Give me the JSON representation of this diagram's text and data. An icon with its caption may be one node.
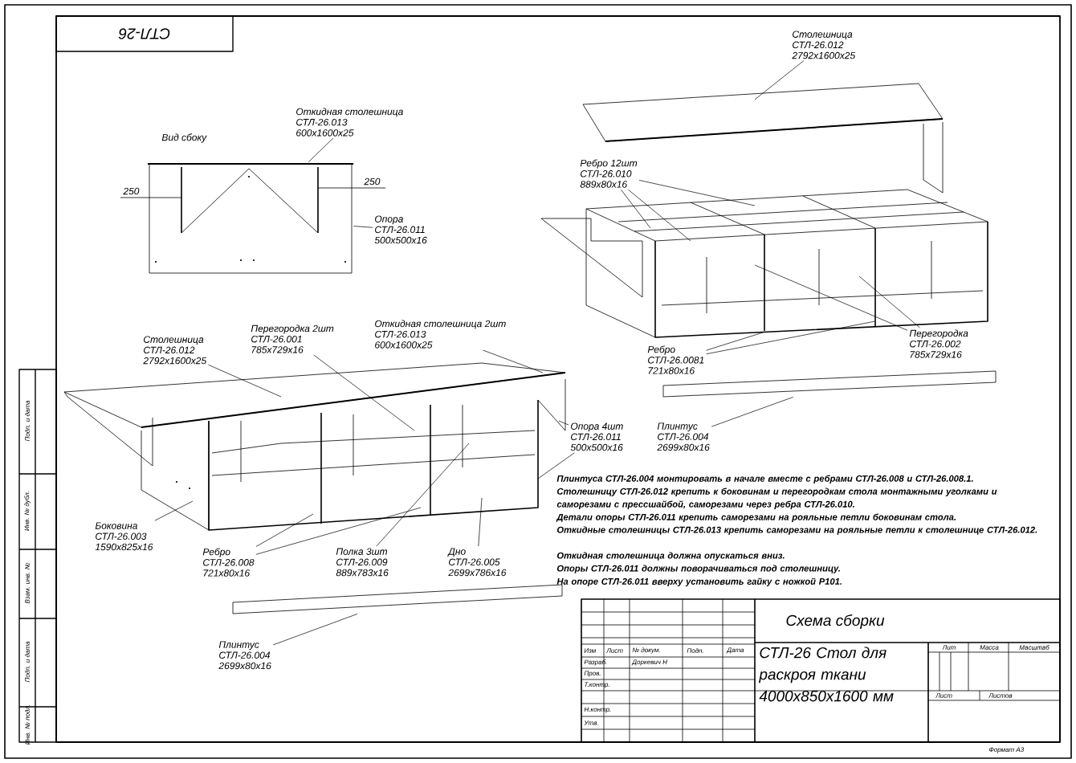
{
  "diagram": {
    "nodes": [
      {
        "text": [
          "Откидная столешница",
          "СТЛ-26.013",
          "600x1600x25"
        ]
      },
      {
        "text": [
          "Опора",
          "СТЛ-26.011",
          "500x500x16"
        ]
      },
      {
        "text": [
          "Столешница",
          "СТЛ-26.012",
          "2792x1600x25"
        ]
      },
      {
        "text": [
          "Ребро 12шт",
          "СТЛ-26.010",
          "889x80x16"
        ]
      },
      {
        "text": [
          "Ребро",
          "СТЛ-26.0081",
          "721x80x16"
        ]
      },
      {
        "text": [
          "Перегородка",
          "СТЛ-26.002",
          "785x729x16"
        ]
      },
      {
        "text": [
          "Столешница",
          "СТЛ-26.012",
          "2792x1600x25"
        ]
      },
      {
        "text": [
          "Перегородка 2шт",
          "СТЛ-26.001",
          "785x729x16"
        ]
      },
      {
        "text": [
          "Откидная столешница 2шт",
          "СТЛ-26.013",
          "600x1600x25"
        ]
      },
      {
        "text": [
          "Боковина",
          "СТЛ-26.003",
          "1590x825x16"
        ]
      },
      {
        "text": [
          "Ребро",
          "СТЛ-26.008",
          "721x80x16"
        ]
      },
      {
        "text": [
          "Полка 3шт",
          "СТЛ-26.009",
          "889x783x16"
        ]
      },
      {
        "text": [
          "Дно",
          "СТЛ-26.005",
          "2699x786x16"
        ]
      },
      {
        "text": [
          "Плинтус",
          "СТЛ-26.004",
          "2699x80x16"
        ]
      },
      {
        "text": [
          "Опора 4шт",
          "СТЛ-26.011",
          "500x500x16"
        ]
      },
      {
        "text": [
          "Плинтус",
          "СТЛ-26.004",
          "2699x80x16"
        ]
      },
      {
        "text": [],
        "shape": "picture"
      },
      {
        "text": [],
        "shape": "bar"
      },
      {
        "text": [],
        "shape": "bar"
      }
    ],
    "edges": [
      {
        "from": 0,
        "to": 16,
        "arrow": "none"
      },
      {
        "from": 1,
        "to": 16,
        "arrow": "none"
      },
      {
        "from": 2,
        "to": null,
        "arrow": "none"
      },
      {
        "from": 3,
        "to": null,
        "arrow": "none"
      },
      {
        "from": 3,
        "to": null,
        "arrow": "none"
      },
      {
        "from": 3,
        "to": null,
        "arrow": "none"
      },
      {
        "from": 4,
        "to": null,
        "arrow": "none"
      },
      {
        "from": 4,
        "to": null,
        "arrow": "none"
      },
      {
        "from": 5,
        "to": null,
        "arrow": "none"
      },
      {
        "from": 5,
        "to": null,
        "arrow": "none"
      },
      {
        "from": 6,
        "to": null,
        "arrow": "none"
      },
      {
        "from": 7,
        "to": null,
        "arrow": "none"
      },
      {
        "from": 8,
        "to": null,
        "arrow": "none"
      },
      {
        "from": 9,
        "to": null,
        "arrow": "none"
      },
      {
        "from": 10,
        "to": null,
        "arrow": "none"
      },
      {
        "from": 10,
        "to": null,
        "arrow": "none"
      },
      {
        "from": 11,
        "to": null,
        "arrow": "none"
      },
      {
        "from": 12,
        "to": null,
        "arrow": "none"
      },
      {
        "from": 13,
        "to": 17,
        "arrow": "none"
      },
      {
        "from": 14,
        "to": null,
        "arrow": "none"
      },
      {
        "from": 14,
        "to": null,
        "arrow": "none"
      },
      {
        "from": 15,
        "to": 18,
        "arrow": "none"
      }
    ],
    "labels": [
      "СТЛ-26",
      "Вид сбоку",
      "250",
      "250",
      "Плинтуса СТЛ-26.004 монтировать в начале вместе с ребрами СТЛ-26.008 и СТЛ-26.008.1.",
      "Столешницу СТЛ-26.012 крепить к боковинам и перегородкам стола монтажными уголками и саморезами с прессшайбой, саморезами через ребра СТЛ-26.010.",
      "Детали опоры СТЛ-26.011 крепить саморезами на рояльные петли боковинам стола.",
      "Откидные столешницы СТЛ-26.013 крепить саморезами на рояльные петли к столешнице СТЛ-26.012.",
      "Откидная столешница должна опускаться вниз.",
      "Опоры СТЛ-26.011 должны поворачиваться под столешницу.",
      "На опоре СТЛ-26.011 вверху установить гайку с ножкой Р101.",
      "Схема сборки",
      "Изм",
      "Лист",
      "№ докум.",
      "Подп.",
      "Дата",
      "Разраб.",
      "Доркевич Н",
      "Пров.",
      "Т.контр.",
      "Н.контр.",
      "Утв.",
      "СТЛ-26 Стол для раскроя ткани 4000x850x1600 мм",
      "Лит",
      "Масса",
      "Масштаб",
      "Лист",
      "Листов",
      "Формат А3",
      "Подп. и дата",
      "Инв. № дубл.",
      "Взам. инв. №",
      "Подп. и дата",
      "Инв. № подл."
    ]
  }
}
